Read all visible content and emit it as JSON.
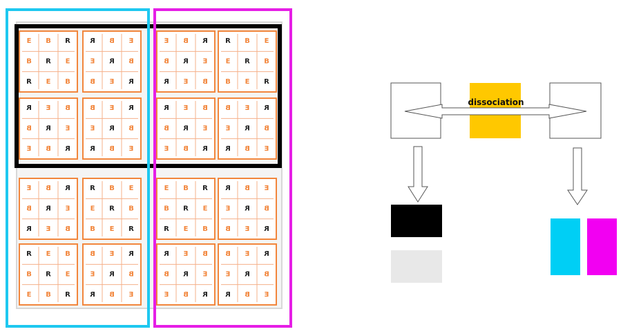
{
  "colors": {
    "cyan": "#1ec8f0",
    "magenta": "#e61ee6",
    "black": "#000000",
    "light_gray": "#e8e8e8",
    "orange": "#f2863c",
    "yellow": "#ffc800",
    "dark_letter": "#222222"
  },
  "grid": {
    "tiles": [
      {
        "cells": [
          [
            "E",
            "B",
            "R"
          ],
          [
            "B",
            "R",
            "E"
          ],
          [
            "R",
            "E",
            "B"
          ]
        ],
        "flip": false
      },
      {
        "cells": [
          [
            "R",
            "B",
            "E"
          ],
          [
            "E",
            "R",
            "B"
          ],
          [
            "B",
            "E",
            "R"
          ]
        ],
        "flip": true
      },
      {
        "cells": [
          [
            "E",
            "B",
            "R"
          ],
          [
            "B",
            "R",
            "E"
          ],
          [
            "R",
            "E",
            "B"
          ]
        ],
        "flip": true
      },
      {
        "cells": [
          [
            "R",
            "B",
            "E"
          ],
          [
            "E",
            "R",
            "B"
          ],
          [
            "B",
            "E",
            "R"
          ]
        ],
        "flip": false
      },
      {
        "cells": [
          [
            "R",
            "E",
            "B"
          ],
          [
            "B",
            "R",
            "E"
          ],
          [
            "E",
            "B",
            "R"
          ]
        ],
        "flip": true
      },
      {
        "cells": [
          [
            "B",
            "E",
            "R"
          ],
          [
            "E",
            "R",
            "B"
          ],
          [
            "R",
            "B",
            "E"
          ]
        ],
        "flip": true
      },
      {
        "cells": [
          [
            "R",
            "E",
            "B"
          ],
          [
            "B",
            "R",
            "E"
          ],
          [
            "E",
            "B",
            "R"
          ]
        ],
        "flip": true
      },
      {
        "cells": [
          [
            "B",
            "E",
            "R"
          ],
          [
            "E",
            "R",
            "B"
          ],
          [
            "R",
            "B",
            "E"
          ]
        ],
        "flip": true
      },
      {
        "cells": [
          [
            "E",
            "B",
            "R"
          ],
          [
            "B",
            "R",
            "E"
          ],
          [
            "R",
            "E",
            "B"
          ]
        ],
        "flip": true
      },
      {
        "cells": [
          [
            "R",
            "B",
            "E"
          ],
          [
            "E",
            "R",
            "B"
          ],
          [
            "B",
            "E",
            "R"
          ]
        ],
        "flip": false
      },
      {
        "cells": [
          [
            "E",
            "B",
            "R"
          ],
          [
            "B",
            "R",
            "E"
          ],
          [
            "R",
            "E",
            "B"
          ]
        ],
        "flip": false
      },
      {
        "cells": [
          [
            "R",
            "B",
            "E"
          ],
          [
            "E",
            "R",
            "B"
          ],
          [
            "B",
            "E",
            "R"
          ]
        ],
        "flip": true
      },
      {
        "cells": [
          [
            "R",
            "E",
            "B"
          ],
          [
            "B",
            "R",
            "E"
          ],
          [
            "E",
            "B",
            "R"
          ]
        ],
        "flip": false
      },
      {
        "cells": [
          [
            "B",
            "E",
            "R"
          ],
          [
            "E",
            "R",
            "B"
          ],
          [
            "R",
            "B",
            "E"
          ]
        ],
        "flip": true
      },
      {
        "cells": [
          [
            "R",
            "E",
            "B"
          ],
          [
            "B",
            "R",
            "E"
          ],
          [
            "E",
            "B",
            "R"
          ]
        ],
        "flip": true
      },
      {
        "cells": [
          [
            "B",
            "E",
            "R"
          ],
          [
            "E",
            "R",
            "B"
          ],
          [
            "R",
            "B",
            "E"
          ]
        ],
        "flip": true
      }
    ]
  },
  "diagram": {
    "label": "dissociation",
    "left_swatches": [
      "black",
      "light_gray"
    ],
    "right_swatches": [
      "cyan",
      "magenta"
    ]
  }
}
